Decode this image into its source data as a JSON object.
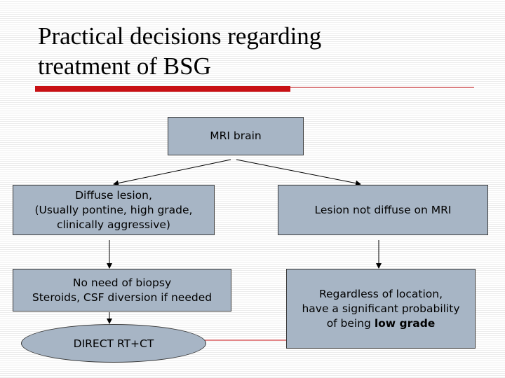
{
  "slide": {
    "title_line1": "Practical decisions regarding",
    "title_line2": "treatment of BSG"
  },
  "flowchart": {
    "root": "MRI brain",
    "left_branch": {
      "lines": [
        "Diffuse lesion,",
        "(Usually pontine, high grade,",
        "clinically aggressive)"
      ]
    },
    "right_branch": "Lesion not diffuse on MRI",
    "left_step": {
      "lines": [
        "No need of biopsy",
        "Steroids, CSF diversion if needed"
      ]
    },
    "right_step": {
      "line1": "Regardless of location,",
      "line2": "have a significant probability",
      "line3_prefix": "of being ",
      "line3_bold": "low grade"
    },
    "outcome": "DIRECT RT+CT"
  },
  "colors": {
    "box_fill": "#a7b5c5",
    "accent_red": "#c81014"
  }
}
